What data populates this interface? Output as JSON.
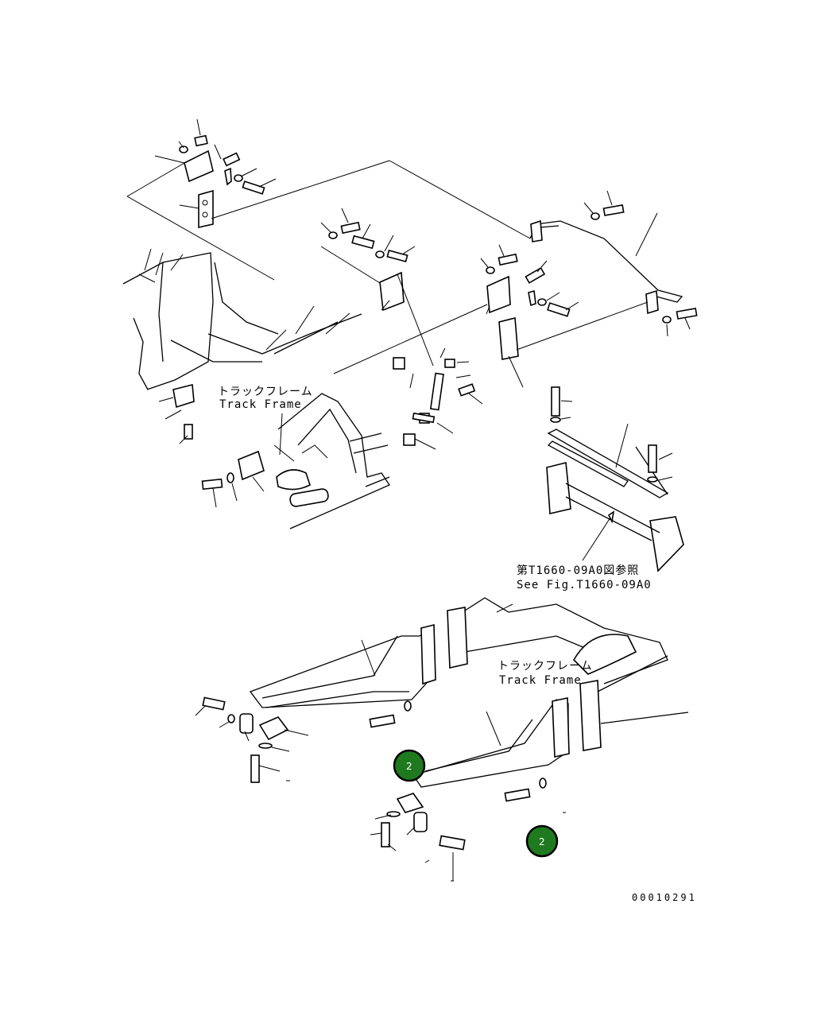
{
  "labels": {
    "track_frame_jp_1": "トラックフレーム",
    "track_frame_en_1": "Track Frame",
    "see_fig_jp": "第T1660-09A0図参照",
    "see_fig_en": "See Fig.T1660-09A0",
    "track_frame_jp_2": "トラックフレーム",
    "track_frame_en_2": "Track Frame"
  },
  "badges": [
    {
      "label": "2"
    },
    {
      "label": "2"
    }
  ],
  "document_number": "00010291",
  "colors": {
    "badge_fill": "#1f7a1f",
    "line": "#000000",
    "background": "#ffffff"
  }
}
